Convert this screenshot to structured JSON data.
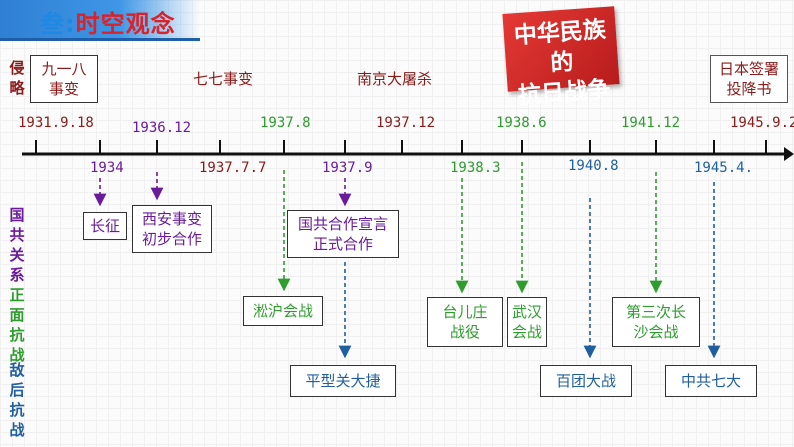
{
  "header": {
    "prefix": "叁:",
    "title": "时空观念"
  },
  "banner": {
    "line1": "中华民族的",
    "line2": "抗日战争"
  },
  "row_labels": {
    "invasion": "侵略",
    "kmt_ccp": "国共关系",
    "front": "正面抗战",
    "rear": "敌后抗战"
  },
  "invasion_events": {
    "e1": "九一八事变",
    "e2": "七七事变",
    "e3": "南京大屠杀",
    "e4": "日本签署投降书"
  },
  "dates_top": [
    "1931.9.18",
    "1936.12",
    "1937.8",
    "1937.12",
    "1938.6",
    "1941.12",
    "1945.9.2"
  ],
  "dates_bottom": [
    "1934",
    "1937.7.7",
    "1937.9",
    "1938.3",
    "1940.8",
    "1945.4."
  ],
  "kmt_events": {
    "long_march": "长征",
    "xian": "西安事变初步合作",
    "united_front": "国共合作宣言正式合作"
  },
  "front_battles": {
    "songhu": "淞沪会战",
    "taierzhuang": "台儿庄战役",
    "wuhan": "武汉会战",
    "changsha": "第三次长沙会战"
  },
  "rear_events": {
    "pingxingguan": "平型关大捷",
    "hundred": "百团大战",
    "seventh": "中共七大"
  },
  "colors": {
    "invasion": "#8b1a1a",
    "kmt": "#6a1b9a",
    "front": "#2e9d2e",
    "rear": "#1f5f9f"
  }
}
